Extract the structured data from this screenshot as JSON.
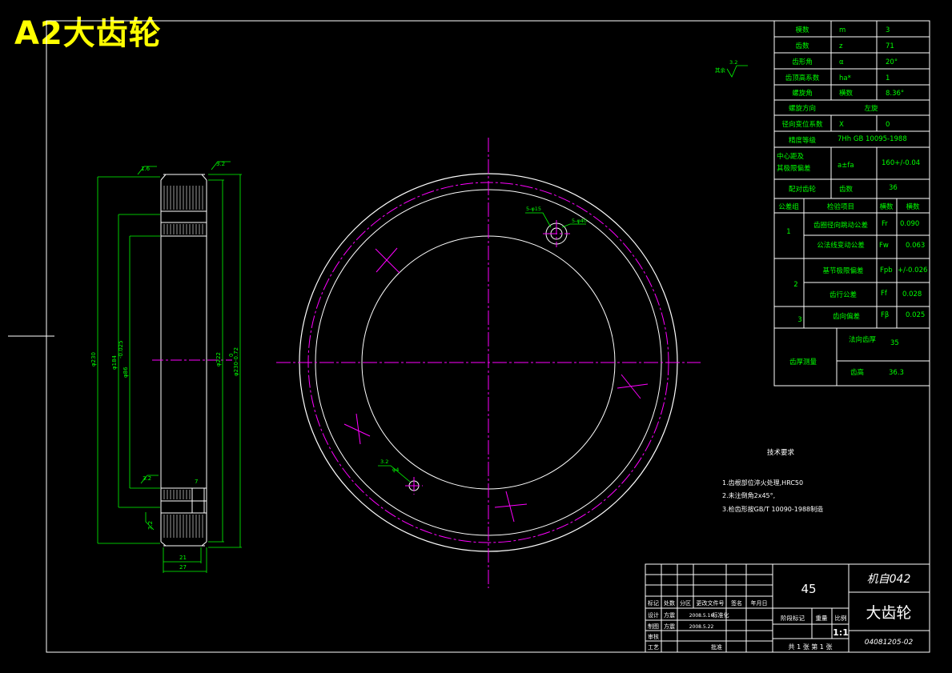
{
  "sheet_title": "A2大齿轮",
  "params": [
    {
      "name": "模数",
      "symbol": "m",
      "value": "3"
    },
    {
      "name": "齿数",
      "symbol": "z",
      "value": "71"
    },
    {
      "name": "齿形角",
      "symbol": "α",
      "value": "20°"
    },
    {
      "name": "齿顶高系数",
      "symbol": "ha*",
      "value": "1"
    },
    {
      "name": "螺旋角",
      "symbol": "横数",
      "value": "8.36°"
    },
    {
      "name": "螺旋方向",
      "symbol": "",
      "value": "左旋"
    },
    {
      "name": "径向变位系数",
      "symbol": "X",
      "value": "0"
    }
  ],
  "accuracy": {
    "label": "精度等级",
    "value": "7Hh GB 10095-1988"
  },
  "center": {
    "label_1": "中心距及",
    "label_2": "其极限偏差",
    "symbol": "a±fa",
    "value": "160+/-0.04"
  },
  "mating": {
    "label": "配对齿轮",
    "symbol": "齿数",
    "value": "36"
  },
  "tolerance_header": {
    "group": "公差组",
    "item": "检验项目",
    "symbol": "横数",
    "value": "横数"
  },
  "tolerance_rows": [
    {
      "group": "1",
      "item": "齿圈径向跳动公差",
      "symbol": "Fr",
      "value": "0.090"
    },
    {
      "group": "",
      "item": "公法线变动公差",
      "symbol": "Fw",
      "value": "0.063"
    },
    {
      "group": "2",
      "item": "基节极限偏差",
      "symbol": "Fpb",
      "value": "+/-0.026"
    },
    {
      "group": "",
      "item": "齿行公差",
      "symbol": "Ff",
      "value": "0.028"
    },
    {
      "group": "3",
      "item": "齿向偏差",
      "symbol": "Fβ",
      "value": "0.025"
    }
  ],
  "tooth_thickness": {
    "label": "齿厚测量",
    "row1_label": "法向齿厚",
    "row1_value": "35",
    "row2_label": "齿高",
    "row2_value": "36.3"
  },
  "tech_req": {
    "title": "技术要求",
    "items": [
      "1.齿根部位淬火处理,HRC50",
      "2.未注倒角2x45°,",
      "3.检齿形按GB/T 10090-1988制造"
    ]
  },
  "title_block": {
    "material": "45",
    "code": "机自042",
    "part_name": "大齿轮",
    "drawing_no": "04081205-02",
    "scale": "1:1",
    "sheet_info": "共 1 张  第 1 张",
    "col_headers": [
      "标记",
      "处数",
      "分区",
      "更改文件号",
      "签名",
      "年月日"
    ],
    "rows": [
      {
        "role": "设计",
        "name": "方震",
        "date": "2008.5.16",
        "extra": "标准化"
      },
      {
        "role": "制图",
        "name": "方震",
        "date": "2008.5.22",
        "extra": ""
      },
      {
        "role": "审核",
        "name": "",
        "date": "",
        "extra": ""
      },
      {
        "role": "工艺",
        "name": "",
        "date": "",
        "extra": "批准"
      }
    ],
    "stage_label": "阶段标记",
    "weight_label": "重量",
    "scale_label": "比例"
  },
  "side_view_dims": {
    "d1": "φ230",
    "d2": "φ184",
    "d3": "φ86",
    "d4": "φ222",
    "d5": "φ230-0.72",
    "d6": "0",
    "d7": "-0.025",
    "w1": "21",
    "w2": "27",
    "r1": "3.2",
    "r2": "1.6",
    "r3": "3.2",
    "r4": "3.2",
    "k1": "7"
  },
  "face_view_notes": {
    "n1": "5-φ15",
    "n2": "5-φ40",
    "n3": "3.2",
    "n4": "φ4",
    "top_roughness": "3.2",
    "other": "其余"
  }
}
